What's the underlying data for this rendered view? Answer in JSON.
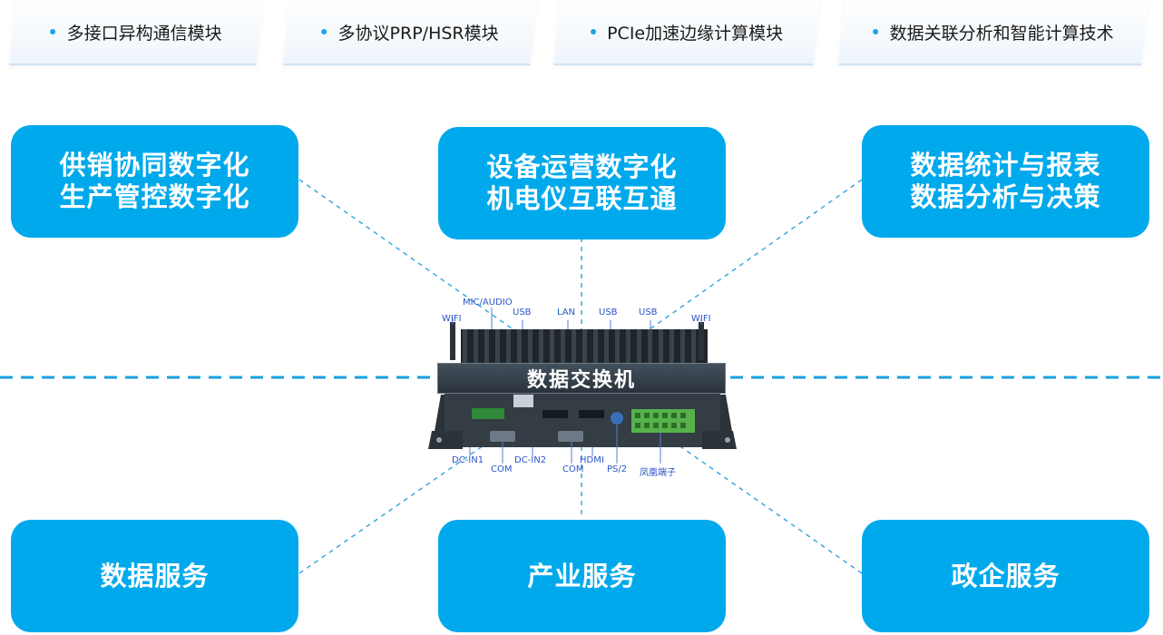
{
  "tabs": [
    {
      "label": "多接口异构通信模块"
    },
    {
      "label": "多协议PRP/HSR模块"
    },
    {
      "label": "PCIe加速边缘计算模块"
    },
    {
      "label": "数据关联分析和智能计算技术"
    }
  ],
  "boxes": {
    "top_left": {
      "line1": "供销协同数字化",
      "line2": "生产管控数字化"
    },
    "top_center": {
      "line1": "设备运营数字化",
      "line2": "机电仪互联互通"
    },
    "top_right": {
      "line1": "数据统计与报表",
      "line2": "数据分析与决策"
    },
    "bottom_left": {
      "label": "数据服务"
    },
    "bottom_center": {
      "label": "产业服务"
    },
    "bottom_right": {
      "label": "政企服务"
    }
  },
  "device": {
    "title": "数据交换机",
    "top_ports": {
      "wifi_left": "WIFI",
      "mic_audio": "MIC/AUDIO",
      "usb1": "USB",
      "lan": "LAN",
      "usb2": "USB",
      "usb3": "USB",
      "wifi_right": "WIFI"
    },
    "bottom_ports": {
      "dc_in1": "DC-IN1",
      "com1": "COM",
      "dc_in2": "DC-IN2",
      "com2": "COM",
      "hdmi": "HDMI",
      "ps2": "PS/2",
      "phoenix": "凤凰端子"
    }
  },
  "colors": {
    "box_fill": "#00a9ec",
    "connector_line": "#3aa8e0",
    "tab_dot": "#1aa4e6",
    "port_label": "#2a55c6"
  }
}
